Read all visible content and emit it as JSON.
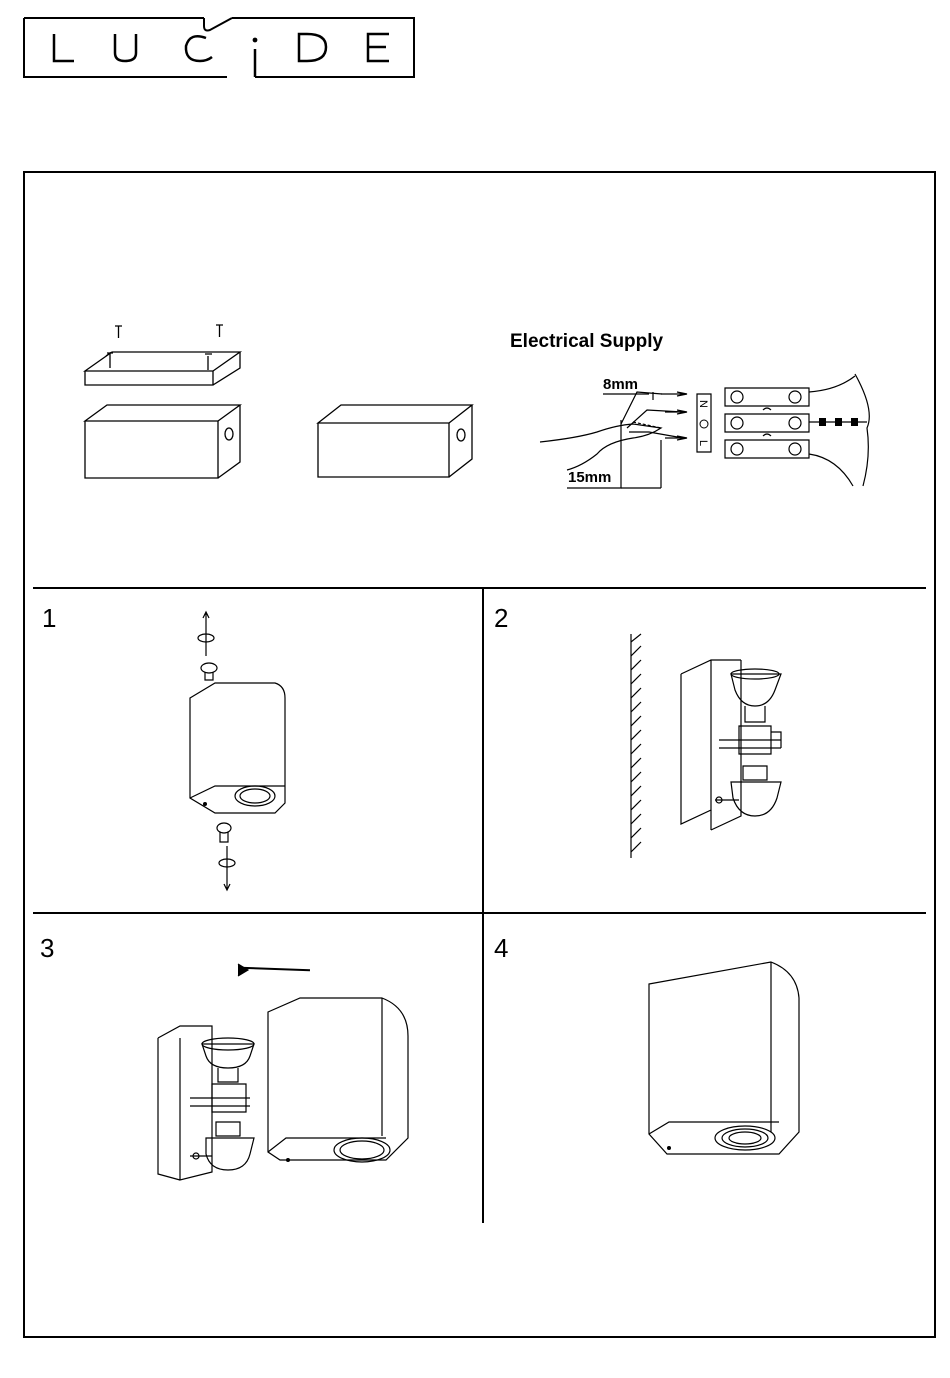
{
  "brand": {
    "logo_text": "LUCIDE"
  },
  "header_diagram": {
    "electrical_title": "Electrical Supply",
    "strip_length": "8mm",
    "sheath_length": "15mm"
  },
  "steps": [
    {
      "number": "1"
    },
    {
      "number": "2"
    },
    {
      "number": "3"
    },
    {
      "number": "4"
    }
  ]
}
